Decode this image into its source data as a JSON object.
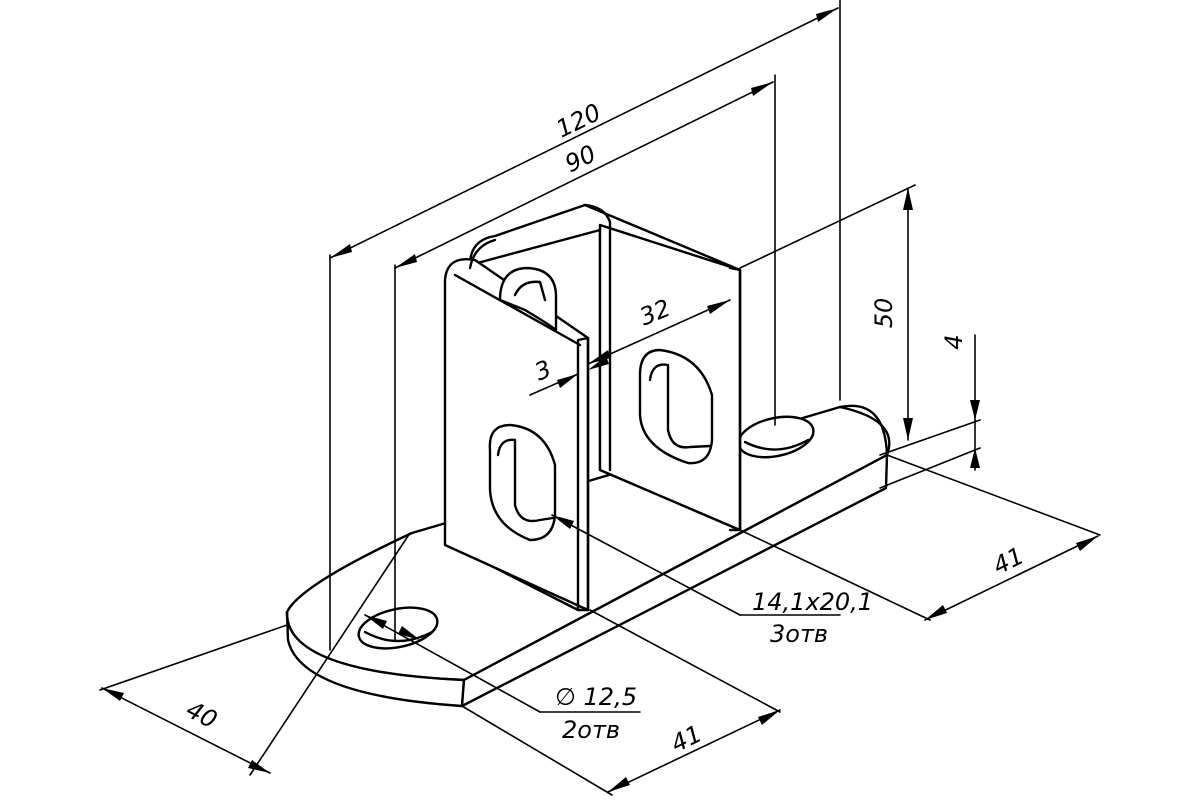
{
  "dimensions": {
    "overall_length": "120",
    "hole_spacing": "90",
    "channel_width": "32",
    "wall_thickness": "3",
    "channel_height": "50",
    "plate_thickness": "4",
    "plate_width_right": "41",
    "plate_width_front": "40",
    "base_depth": "41"
  },
  "callouts": {
    "slot_size": "14,1x20,1",
    "slot_count": "3отв",
    "hole_diameter": "∅ 12,5",
    "hole_count": "2отв"
  }
}
